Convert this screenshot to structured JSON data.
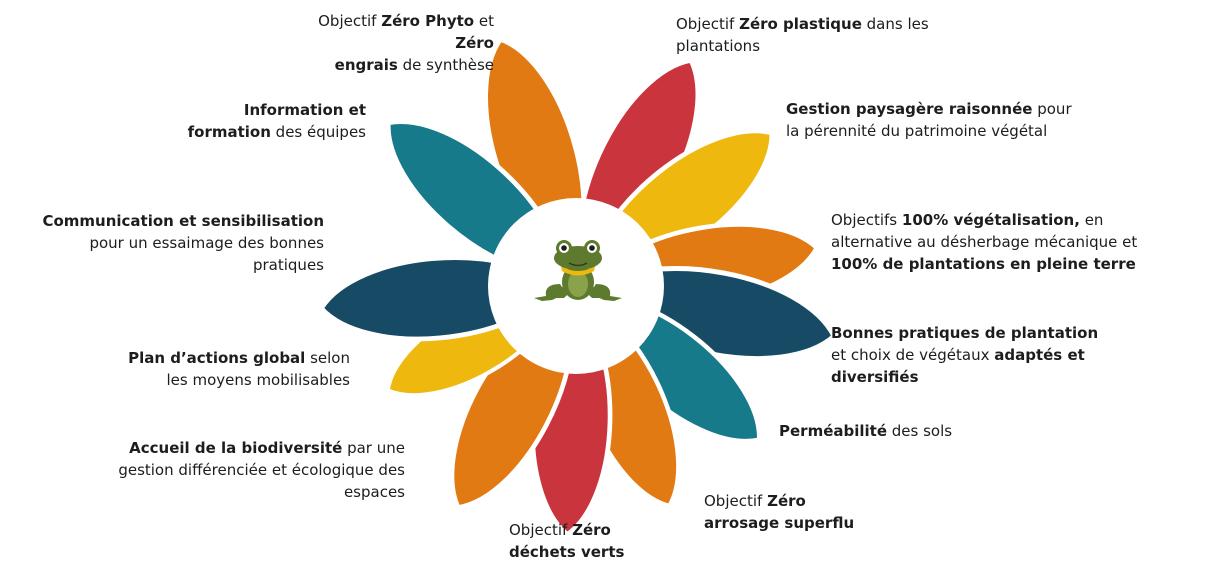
{
  "colors": {
    "orange": "#e17a12",
    "red": "#c9343d",
    "yellow": "#eeb80f",
    "teal": "#167a8a",
    "navy": "#174b65",
    "frog_body": "#5d7a2e",
    "frog_belly": "#8aa24a",
    "frog_collar": "#eeb80f"
  },
  "petals": [
    {
      "id": "engrais",
      "color": "orange",
      "icon": "petal"
    },
    {
      "id": "plastique",
      "color": "red",
      "icon": "petal"
    },
    {
      "id": "paysagere",
      "color": "yellow",
      "icon": "petal"
    },
    {
      "id": "vegetalisation",
      "color": "orange",
      "icon": "petal"
    },
    {
      "id": "plantation",
      "color": "navy",
      "icon": "petal"
    },
    {
      "id": "permeabilite",
      "color": "teal",
      "icon": "petal"
    },
    {
      "id": "arrosage",
      "color": "orange",
      "icon": "petal"
    },
    {
      "id": "dechets",
      "color": "red",
      "icon": "petal"
    },
    {
      "id": "biodiversite",
      "color": "orange",
      "icon": "petal"
    },
    {
      "id": "plan",
      "color": "yellow",
      "icon": "petal"
    },
    {
      "id": "communication",
      "color": "navy",
      "icon": "petal"
    },
    {
      "id": "information",
      "color": "teal",
      "icon": "petal"
    }
  ],
  "center_icon": "frog-icon",
  "labels": {
    "engrais": {
      "line1_a": "Objectif ",
      "line1_b": "Zéro Phyto",
      "line1_c": " et ",
      "line1_d": "Zéro",
      "line2_a": "engrais",
      "line2_b": " de synthèse"
    },
    "plastique": {
      "line1_a": "Objectif ",
      "line1_b": "Zéro plastique",
      "line1_c": " dans les",
      "line2": "plantations"
    },
    "paysagere": {
      "line1_a": "Gestion paysagère raisonnée",
      "line1_b": " pour",
      "line2": "la pérennité du patrimoine végétal"
    },
    "vegetalisation": {
      "line1_a": "Objectifs ",
      "line1_b": "100% végétalisation,",
      "line1_c": " en",
      "line2": "alternative au désherbage mécanique et",
      "line3": "100% de plantations en pleine terre"
    },
    "plantation": {
      "line1": "Bonnes pratiques de plantation",
      "line2_a": "et choix de végétaux ",
      "line2_b": "adaptés et",
      "line3": "diversifiés"
    },
    "permeabilite": {
      "line1_a": "Perméabilité",
      "line1_b": " des sols"
    },
    "arrosage": {
      "line1_a": "Objectif ",
      "line1_b": "Zéro",
      "line2": "arrosage superflu"
    },
    "dechets": {
      "line1_a": "Objectif ",
      "line1_b": "Zéro",
      "line2": "déchets verts"
    },
    "biodiversite": {
      "line1_a": "Accueil de la biodiversité",
      "line1_b": " par une",
      "line2": "gestion différenciée et écologique des",
      "line3": "espaces"
    },
    "plan": {
      "line1_a": "Plan d’actions global",
      "line1_b": " selon",
      "line2": "les moyens mobilisables"
    },
    "communication": {
      "line1": "Communication et sensibilisation",
      "line2": "pour un essaimage des bonnes",
      "line3": "pratiques"
    },
    "information": {
      "line1": "Information et",
      "line2_a": "formation",
      "line2_b": " des équipes"
    }
  }
}
